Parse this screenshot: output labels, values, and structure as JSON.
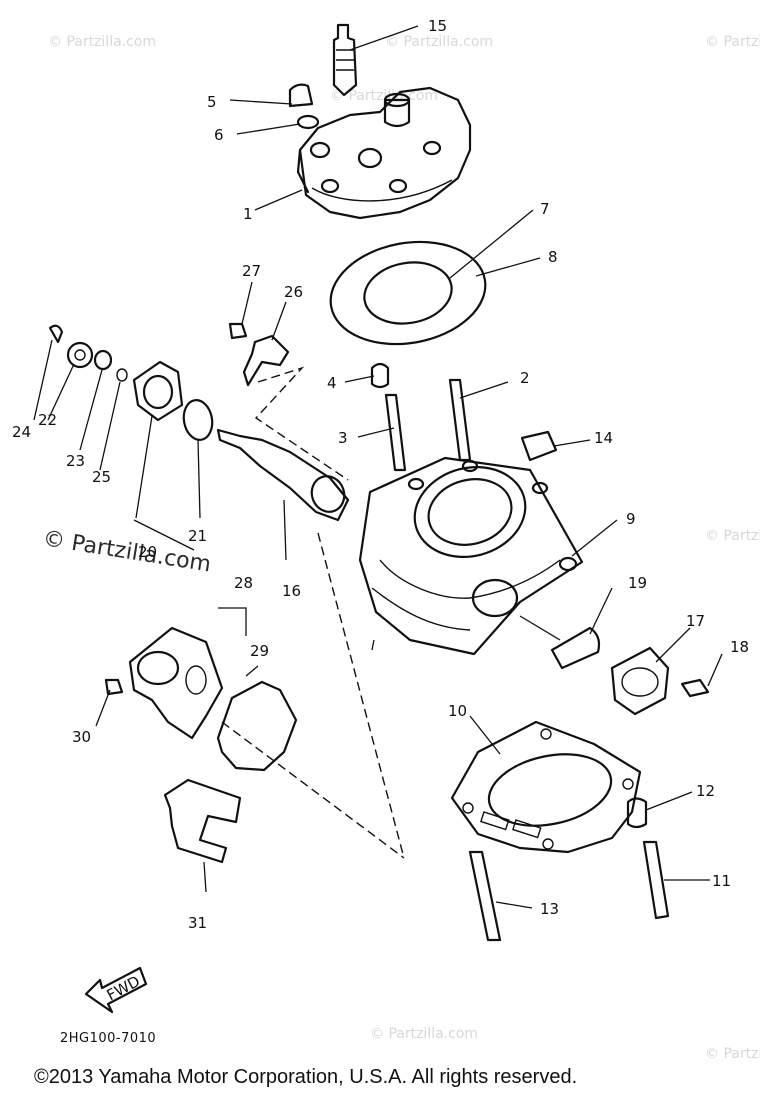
{
  "watermark": {
    "small": "© Partzilla.com",
    "big": "© Partzilla.com"
  },
  "labels": [
    "1",
    "2",
    "3",
    "4",
    "5",
    "6",
    "7",
    "8",
    "9",
    "10",
    "11",
    "12",
    "13",
    "14",
    "15",
    "16",
    "17",
    "18",
    "19",
    "20",
    "21",
    "22",
    "23",
    "24",
    "25",
    "26",
    "27",
    "28",
    "29",
    "30",
    "31"
  ],
  "fwd_label": "FWD",
  "ref_code": "2HG100-7010",
  "copyright": "©2013 Yamaha Motor Corporation, U.S.A. All rights reserved."
}
